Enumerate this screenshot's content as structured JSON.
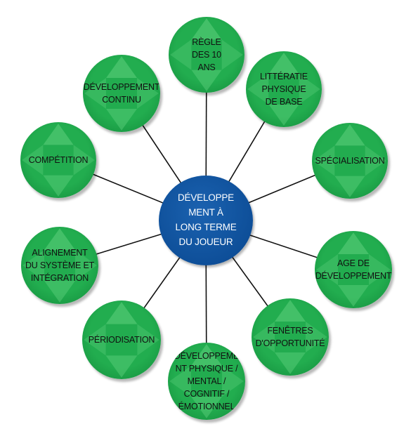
{
  "center": {
    "label": "DÉVELOPPE\nMENT À\nLONG TERME\nDU JOUEUR"
  },
  "nodes": [
    {
      "id": "regle-10-ans",
      "label": "RÈGLE\nDES 10\nANS"
    },
    {
      "id": "litteratie-physique",
      "label": "LITTÉRATIE\nPHYSIQUE\nDE BASE"
    },
    {
      "id": "specialisation",
      "label": "SPÉCIALISATION"
    },
    {
      "id": "age-developpement",
      "label": "AGE DE\nDÉVELOPPEMENT"
    },
    {
      "id": "fenetres-opportunite",
      "label": "FENÊTRES\nD'OPPORTUNITÉ"
    },
    {
      "id": "developpement-physique",
      "label": "DÉVELOPPEME\nNT PHYSIQUE /\nMENTAL /\nCOGNITIF /\nÉMOTIONNEL"
    },
    {
      "id": "periodisation",
      "label": "PÉRIODISATION"
    },
    {
      "id": "alignement-systeme",
      "label": "ALIGNEMENT\nDU SYSTÈME ET\nINTÉGRATION"
    },
    {
      "id": "competition",
      "label": "COMPÉTITION"
    },
    {
      "id": "developpement-continu",
      "label": "DÉVELOPPEMENT\nCONTINU"
    }
  ],
  "colors": {
    "node": "#22ad4f",
    "node_light": "#5fd07e",
    "node_dark": "#128a3a",
    "center": "#0e4f99",
    "connector": "#111111"
  }
}
